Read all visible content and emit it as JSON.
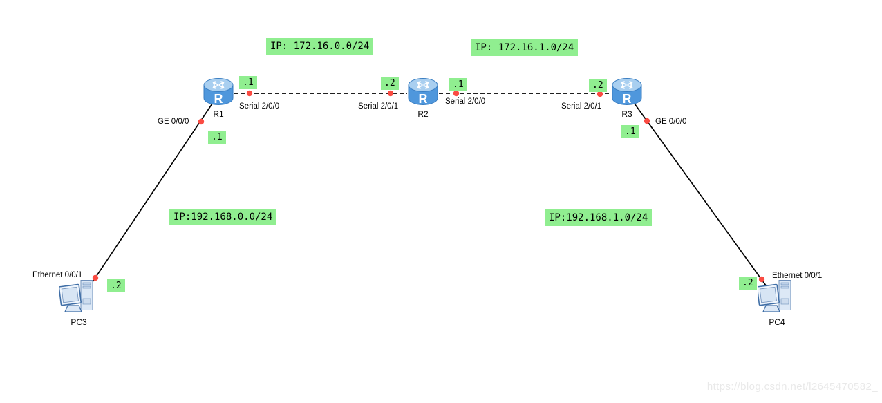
{
  "diagram": {
    "router_glyph": "R",
    "devices": [
      {
        "name": "R1",
        "type": "router"
      },
      {
        "name": "R2",
        "type": "router"
      },
      {
        "name": "R3",
        "type": "router"
      },
      {
        "name": "PC3",
        "type": "pc"
      },
      {
        "name": "PC4",
        "type": "pc"
      }
    ],
    "links": [
      {
        "from": "R1",
        "from_port": "Serial 2/0/0",
        "from_addr": ".1",
        "to": "R2",
        "to_port": "Serial 2/0/1",
        "to_addr": ".2",
        "style": "dashed",
        "subnet": "172.16.0.0/24"
      },
      {
        "from": "R2",
        "from_port": "Serial 2/0/0",
        "from_addr": ".1",
        "to": "R3",
        "to_port": "Serial 2/0/1",
        "to_addr": ".2",
        "style": "dashed",
        "subnet": "172.16.1.0/24"
      },
      {
        "from": "R1",
        "from_port": "GE 0/0/0",
        "from_addr": ".1",
        "to": "PC3",
        "to_port": "Ethernet 0/0/1",
        "to_addr": ".2",
        "style": "solid",
        "subnet": "192.168.0.0/24"
      },
      {
        "from": "R3",
        "from_port": "GE 0/0/0",
        "from_addr": ".1",
        "to": "PC4",
        "to_port": "Ethernet 0/0/1",
        "to_addr": ".2",
        "style": "solid",
        "subnet": "192.168.1.0/24"
      }
    ],
    "subnet_labels": [
      {
        "text": "IP: 172.16.0.0/24"
      },
      {
        "text": "IP: 172.16.1.0/24"
      },
      {
        "text": "IP:192.168.0.0/24"
      },
      {
        "text": "IP:192.168.1.0/24"
      }
    ],
    "iface_labels": [
      {
        "text": "Serial 2/0/0"
      },
      {
        "text": "Serial 2/0/1"
      },
      {
        "text": "Serial 2/0/0"
      },
      {
        "text": "Serial 2/0/1"
      },
      {
        "text": "GE 0/0/0"
      },
      {
        "text": "GE 0/0/0"
      },
      {
        "text": "Ethernet 0/0/1"
      },
      {
        "text": "Ethernet 0/0/1"
      }
    ],
    "addr_labels": [
      {
        "text": ".1"
      },
      {
        "text": ".2"
      },
      {
        "text": ".1"
      },
      {
        "text": ".2"
      },
      {
        "text": ".1"
      },
      {
        "text": ".1"
      },
      {
        "text": ".2"
      },
      {
        "text": ".2"
      }
    ]
  },
  "colors": {
    "annotation_bg": "#90ee90",
    "link": "#000000",
    "endpoint_dot": "#fa4b42",
    "router_body": "#4f97dc",
    "router_top": "#a9cff0"
  },
  "watermark": {
    "text": "https://blog.csdn.net/l2645470582_"
  }
}
